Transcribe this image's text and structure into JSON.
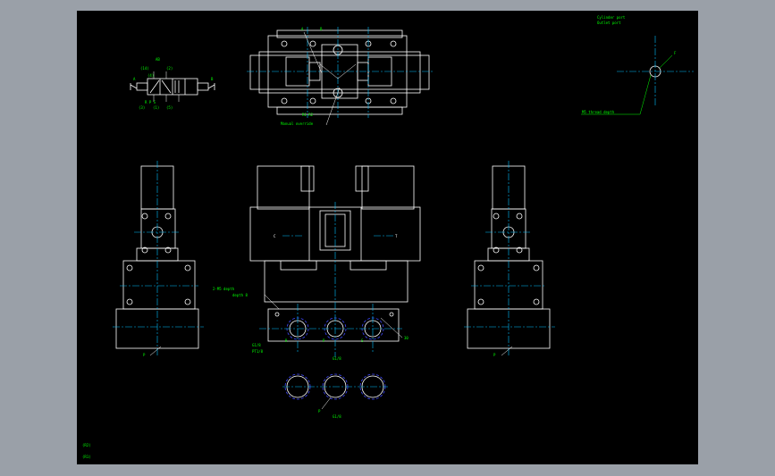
{
  "colors": {
    "background": "#9aa0a8",
    "sheet": "#000000",
    "outline": "#ffffff",
    "centerline": "#00bfff",
    "hidden": "#3f48ff",
    "annotation": "#00ff00"
  },
  "labels": {
    "symbol_top": "AB",
    "symbol_a": "A",
    "symbol_b": "B",
    "symbol_ports_bottom": "R P S",
    "symbol_left": "(14)",
    "symbol_right": "(12)",
    "symbol_2": "(2)",
    "symbol_4": "(4)",
    "symbol_3": "(3)",
    "symbol_1": "(1)",
    "symbol_5": "(5)",
    "top_view_a": "A",
    "top_view_b": "B",
    "top_view_ports": "R1 R2",
    "top_view_note": "Manual override",
    "detail_note_1": "Cylinder port",
    "detail_note_2": "Outlet port",
    "detail_label": "F",
    "detail_leader": "M5 thread depth",
    "coil_left": "C",
    "coil_right": "T",
    "front_note_1": "2-M5 depth",
    "front_note_2": "depth 8",
    "port_size_a": "G1/8",
    "port_size_b": "PT1/8",
    "port_r": "R",
    "port_p": "P",
    "port_s": "S",
    "bottom_label_1": "G1/8",
    "bottom_label_2": "G1/8",
    "right_dim": "30",
    "side_left_label": "P",
    "side_right_label": "P",
    "corner_1": "(R2)",
    "corner_2": "(R1)"
  }
}
